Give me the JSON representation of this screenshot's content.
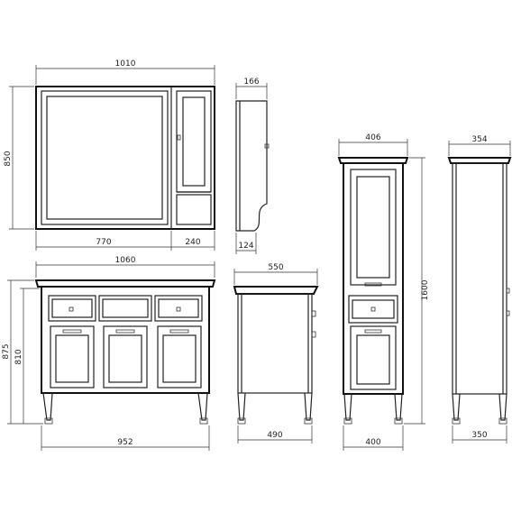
{
  "drawing": {
    "mirror_cabinet": {
      "width_label": "1010",
      "height_label": "850",
      "mirror_width_label": "770",
      "side_width_label": "240"
    },
    "mirror_side_profile": {
      "top_depth_label": "166",
      "bottom_depth_label": "124"
    },
    "vanity_front": {
      "top_width_label": "1060",
      "total_height_label": "875",
      "body_height_label": "810",
      "base_width_label": "952"
    },
    "vanity_side": {
      "top_depth_label": "550",
      "bottom_depth_label": "490"
    },
    "tall_cabinet_front": {
      "top_width_label": "406",
      "height_label": "1600",
      "bottom_width_label": "400"
    },
    "tall_cabinet_side": {
      "top_depth_label": "354",
      "bottom_depth_label": "350"
    },
    "colors": {
      "line": "#222222",
      "background": "#ffffff"
    }
  }
}
